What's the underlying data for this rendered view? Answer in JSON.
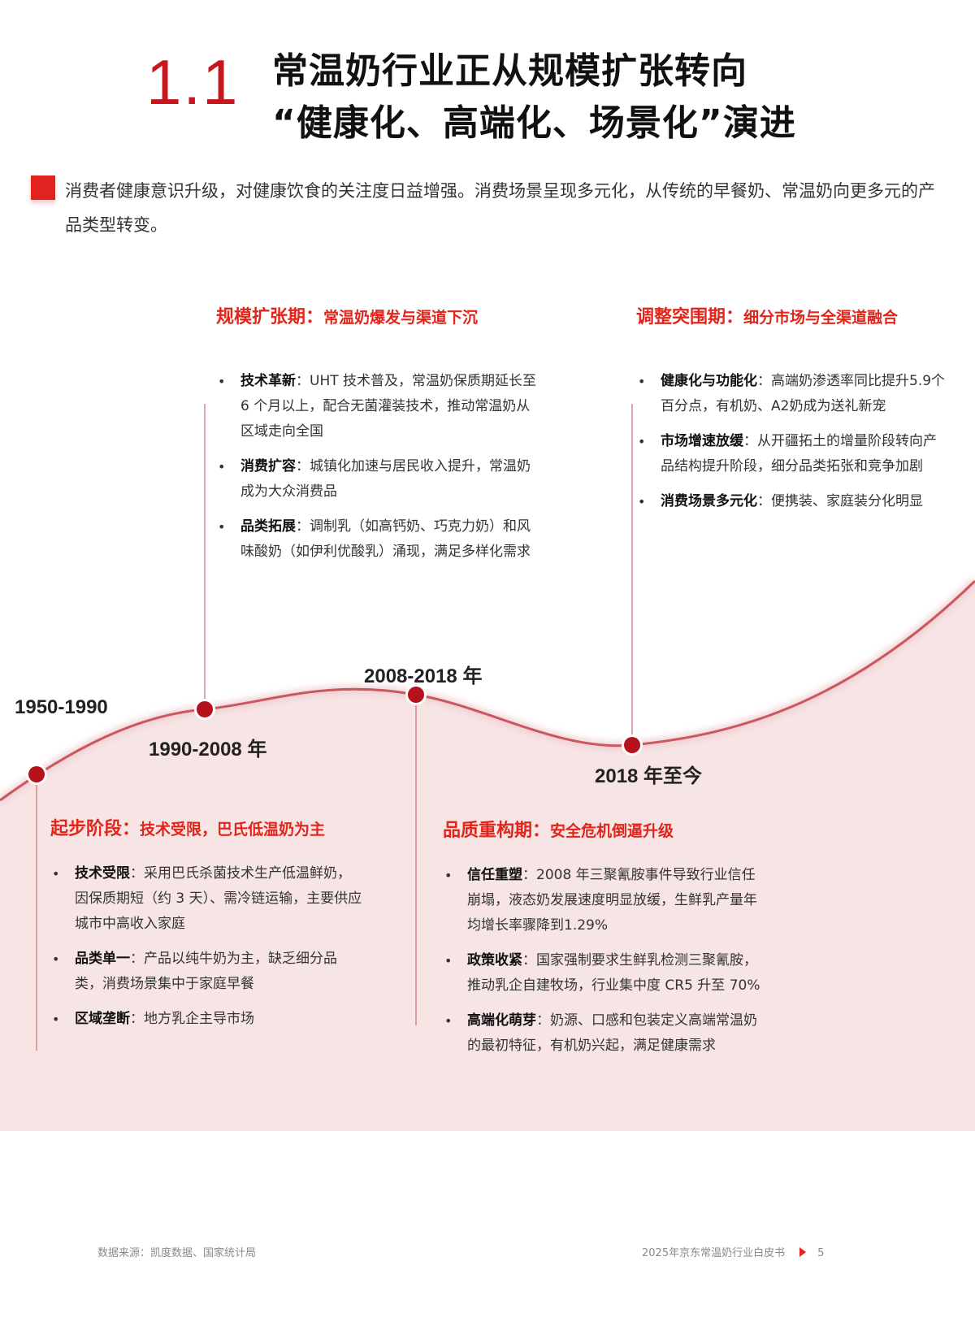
{
  "header": {
    "section_number": "1.1",
    "title_line1": "常温奶行业正从规模扩张转向",
    "title_line2": "“健康化、高端化、场景化”演进"
  },
  "intro": {
    "text": "消费者健康意识升级，对健康饮食的关注度日益增强。消费场景呈现多元化，从传统的早餐奶、常温奶向更多元的产品类型转变。"
  },
  "colors": {
    "accent": "#e1251b",
    "dot": "#b5121b",
    "area_fill": "#f7e4e5",
    "curve": "#c9585f"
  },
  "timeline": {
    "stages": [
      {
        "period": "1950-1990",
        "title_lead": "起步阶段：",
        "title_sub": "技术受限，巴氏低温奶为主",
        "bullets": [
          {
            "key": "技术受限",
            "text": "：采用巴氏杀菌技术生产低温鲜奶，因保质期短（约 3 天）、需冷链运输，主要供应城市中高收入家庭"
          },
          {
            "key": "品类单一",
            "text": "：产品以纯牛奶为主，缺乏细分品类，消费场景集中于家庭早餐"
          },
          {
            "key": "区域垄断",
            "text": "：地方乳企主导市场"
          }
        ]
      },
      {
        "period": "1990-2008 年",
        "title_lead": "规模扩张期：",
        "title_sub": "常温奶爆发与渠道下沉",
        "bullets": [
          {
            "key": "技术革新",
            "text": "：UHT 技术普及，常温奶保质期延长至 6 个月以上，配合无菌灌装技术，推动常温奶从区域走向全国"
          },
          {
            "key": "消费扩容",
            "text": "：城镇化加速与居民收入提升，常温奶成为大众消费品"
          },
          {
            "key": "品类拓展",
            "text": "：调制乳（如高钙奶、巧克力奶）和风味酸奶（如伊利优酸乳）涌现，满足多样化需求"
          }
        ]
      },
      {
        "period": "2008-2018 年",
        "title_lead": "品质重构期：",
        "title_sub": "安全危机倒逼升级",
        "bullets": [
          {
            "key": "信任重塑",
            "text": "：2008 年三聚氰胺事件导致行业信任崩塌，液态奶发展速度明显放缓，生鲜乳产量年均增长率骤降到1.29%"
          },
          {
            "key": "政策收紧",
            "text": "：国家强制要求生鲜乳检测三聚氰胺，推动乳企自建牧场，行业集中度 CR5 升至 70%"
          },
          {
            "key": "高端化萌芽",
            "text": "：奶源、口感和包装定义高端常温奶的最初特征，有机奶兴起，满足健康需求"
          }
        ]
      },
      {
        "period": "2018 年至今",
        "title_lead": "调整突围期：",
        "title_sub": "细分市场与全渠道融合",
        "bullets": [
          {
            "key": "健康化与功能化",
            "text": "：高端奶渗透率同比提升5.9个百分点，有机奶、A2奶成为送礼新宠"
          },
          {
            "key": "市场增速放缓",
            "text": "：从开疆拓土的增量阶段转向产品结构提升阶段，细分品类拓张和竞争加剧"
          },
          {
            "key": "消费场景多元化",
            "text": "：便携装、家庭装分化明显"
          }
        ]
      }
    ]
  },
  "footer": {
    "source": "数据来源：凯度数据、国家统计局",
    "report_title": "2025年京东常温奶行业白皮书",
    "page_number": "5"
  }
}
